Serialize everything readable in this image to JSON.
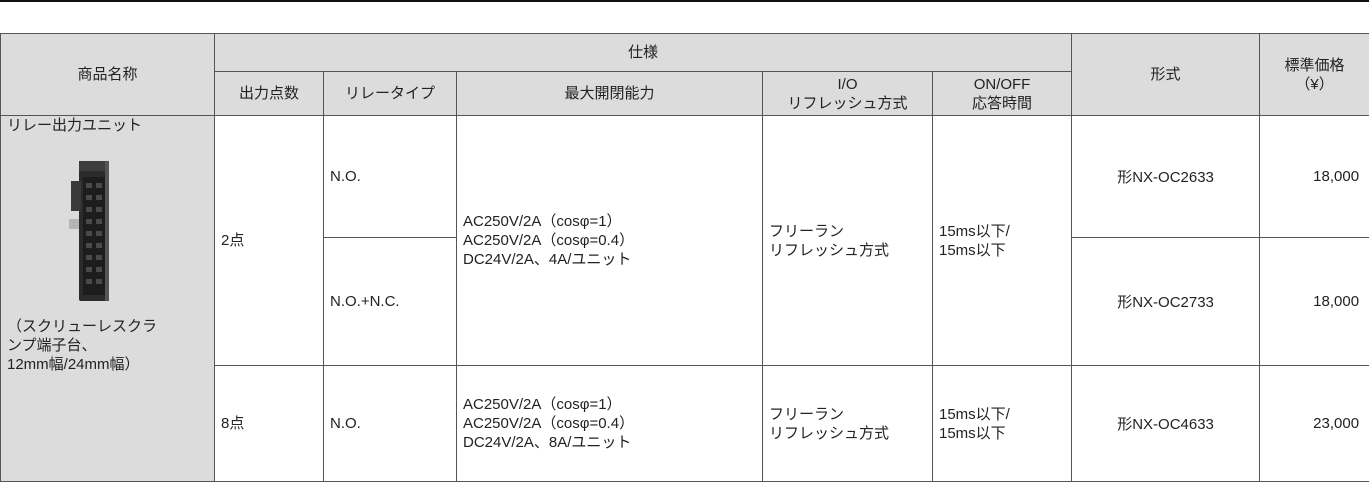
{
  "header": {
    "product_name": "商品名称",
    "spec_group": "仕様",
    "output_points": "出力点数",
    "relay_type": "リレータイプ",
    "max_switching": "最大開閉能力",
    "io_refresh": "I/O\nリフレッシュ方式",
    "onoff_response": "ON/OFF\n応答時間",
    "model": "形式",
    "price": "標準価格\n（¥）"
  },
  "product": {
    "title": "リレー出力ユニット",
    "subtitle": "（スクリューレスクラ\nンプ端子台、\n12mm幅/24mm幅）"
  },
  "rows": [
    {
      "points": "2点",
      "variants": [
        {
          "relay": "N.O.",
          "model": "形NX-OC2633",
          "price": "18,000"
        },
        {
          "relay": "N.O.+N.C.",
          "model": "形NX-OC2733",
          "price": "18,000"
        }
      ],
      "capacity": "AC250V/2A（cosφ=1）\nAC250V/2A（cosφ=0.4）\nDC24V/2A、4A/ユニット",
      "refresh": "フリーラン\nリフレッシュ方式",
      "response": "15ms以下/\n15ms以下"
    },
    {
      "points": "8点",
      "variants": [
        {
          "relay": "N.O.",
          "model": "形NX-OC4633",
          "price": "23,000"
        }
      ],
      "capacity": "AC250V/2A（cosφ=1）\nAC250V/2A（cosφ=0.4）\nDC24V/2A、8A/ユニット",
      "refresh": "フリーラン\nリフレッシュ方式",
      "response": "15ms以下/\n15ms以下"
    }
  ]
}
